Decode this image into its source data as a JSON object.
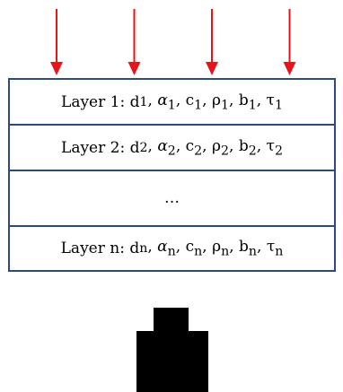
{
  "arrows": {
    "count": 4,
    "color": "#e8141a"
  },
  "layers": [
    {
      "label": "Layer 1: d",
      "sub": "1",
      "params": [
        [
          "α",
          "1"
        ],
        [
          "c",
          "1"
        ],
        [
          "ρ",
          "1"
        ],
        [
          "b",
          "1"
        ],
        [
          "τ",
          "1"
        ]
      ]
    },
    {
      "label": "Layer 2: d",
      "sub": "2",
      "params": [
        [
          "α",
          "2"
        ],
        [
          "c",
          "2"
        ],
        [
          "ρ",
          "2"
        ],
        [
          "b",
          "2"
        ],
        [
          "τ",
          "2"
        ]
      ]
    },
    {
      "label": "…"
    },
    {
      "label": "Layer n: d",
      "sub": "n",
      "params": [
        [
          "α",
          "n"
        ],
        [
          "c",
          "n"
        ],
        [
          "ρ",
          "n"
        ],
        [
          "b",
          "n"
        ],
        [
          "τ",
          "n"
        ]
      ]
    }
  ],
  "colors": {
    "border": "#2c4a7a",
    "detector": "#000000"
  }
}
